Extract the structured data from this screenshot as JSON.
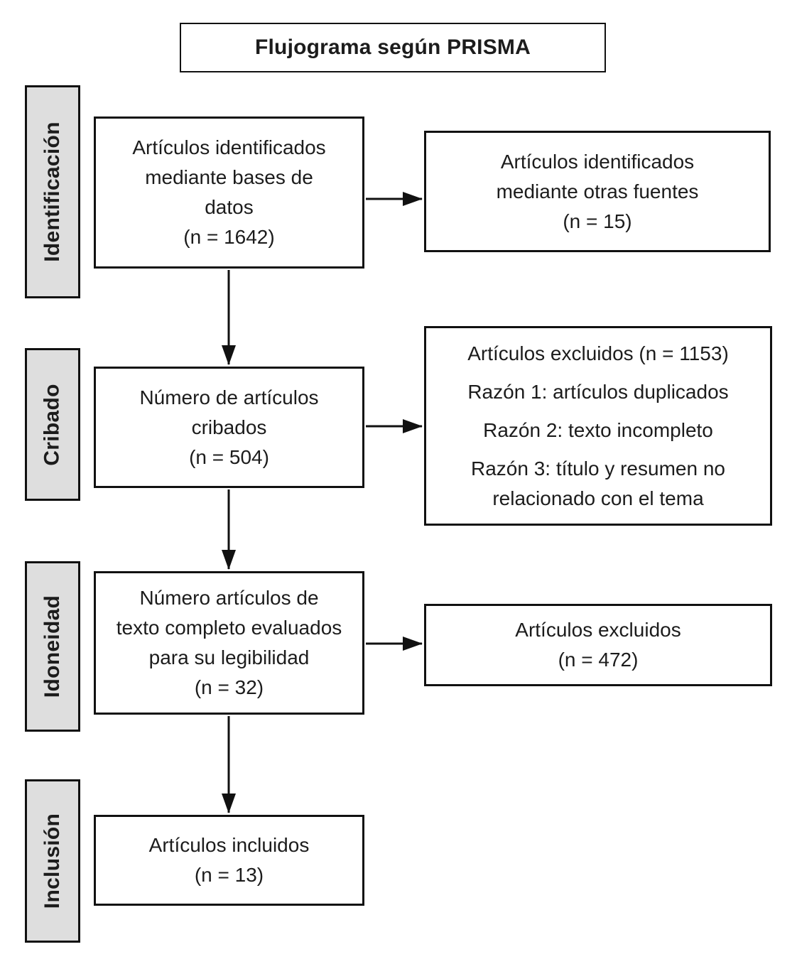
{
  "title": "Flujograma según PRISMA",
  "colors": {
    "stage_fill": "#dedede",
    "border": "#111111",
    "text": "#1c1c1c",
    "background": "#ffffff"
  },
  "stages": [
    {
      "label": "Identificación"
    },
    {
      "label": "Cribado"
    },
    {
      "label": "Idoneidad"
    },
    {
      "label": "Inclusión"
    }
  ],
  "boxes": {
    "identified_databases": {
      "text": "Artículos identificados\nmediante bases de\ndatos\n(n = 1642)",
      "n": 1642
    },
    "other_sources": {
      "text": "Artículos identificados\nmediante otras fuentes\n(n = 15)",
      "n": 15
    },
    "screened": {
      "text": "Número de artículos\ncribados\n(n = 504)",
      "n": 504
    },
    "excluded_screening": {
      "line1": "Artículos excluidos (n = 1153)",
      "line2": "Razón 1: artículos duplicados",
      "line3": "Razón 2: texto incompleto",
      "line4": "Razón 3: título y resumen no\nrelacionado con el tema",
      "n": 1153
    },
    "fulltext_assessed": {
      "text": "Número artículos de\ntexto completo evaluados\npara su legibilidad\n(n = 32)",
      "n": 32
    },
    "excluded_eligibility": {
      "text": "Artículos excluidos\n(n = 472)",
      "n": 472
    },
    "included": {
      "text": "Artículos incluidos\n(n = 13)",
      "n": 13
    }
  }
}
